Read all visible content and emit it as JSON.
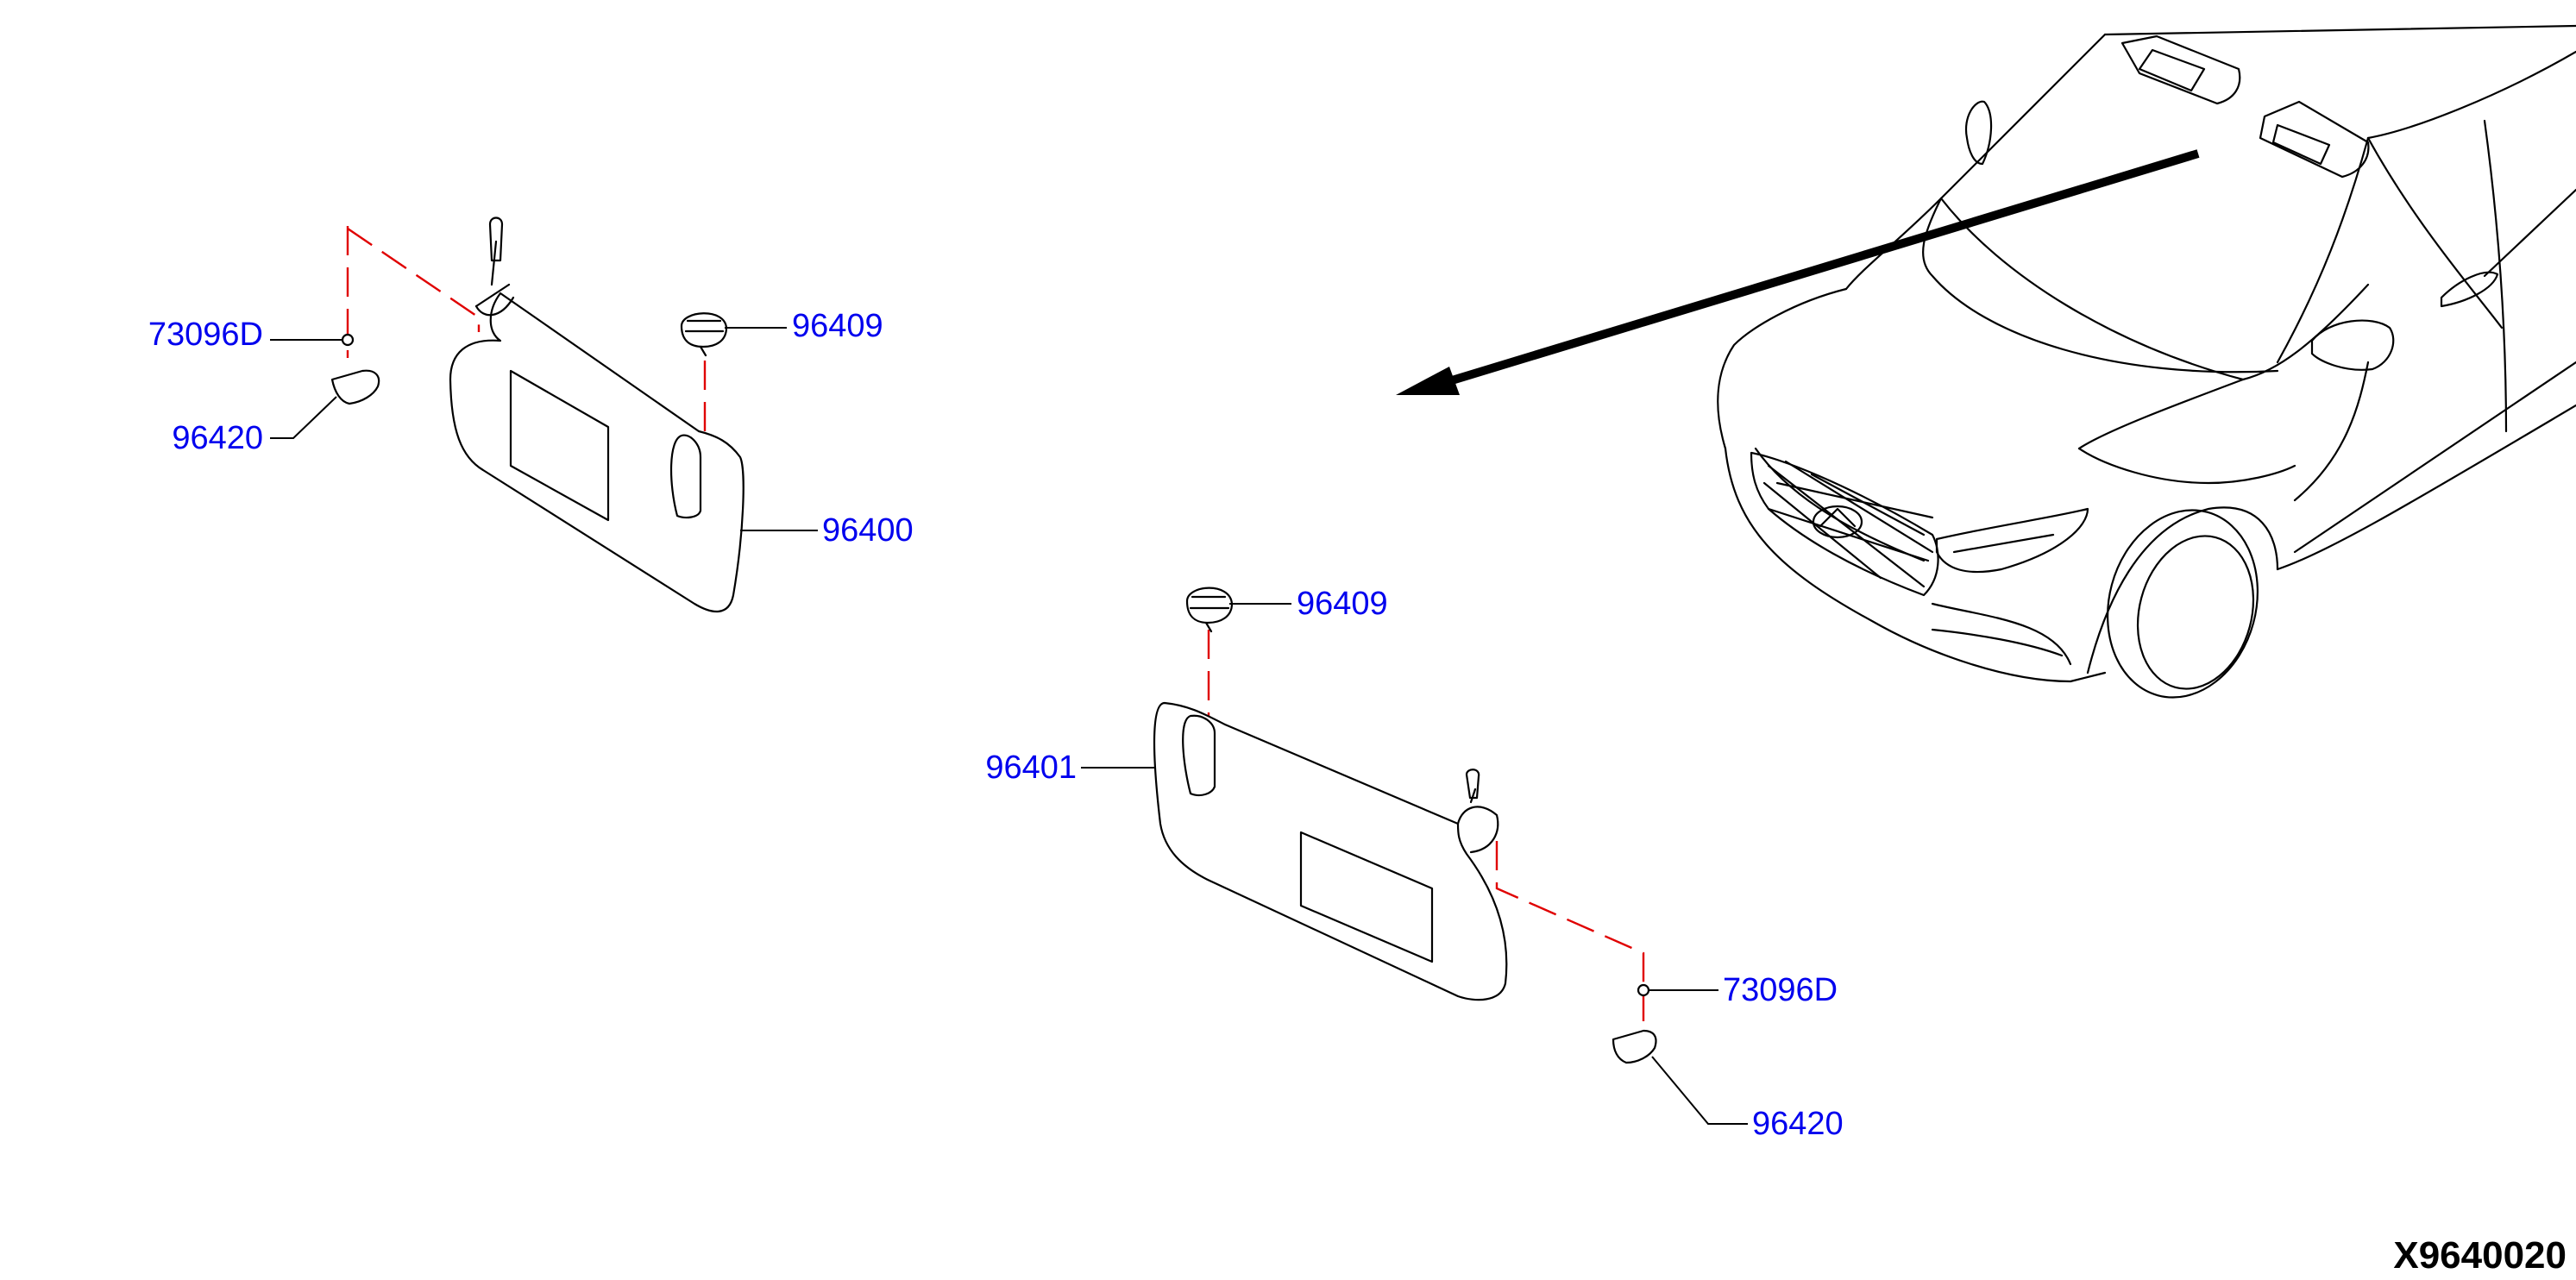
{
  "callouts": {
    "left_73096D": "73096D",
    "left_96420": "96420",
    "left_96409": "96409",
    "left_96400": "96400",
    "right_96409": "96409",
    "right_96401": "96401",
    "right_73096D": "73096D",
    "right_96420": "96420"
  },
  "reference_code": "X9640020",
  "colors": {
    "callout_text": "#0000ee",
    "dashed_line": "#e00000",
    "outline": "#000000"
  }
}
